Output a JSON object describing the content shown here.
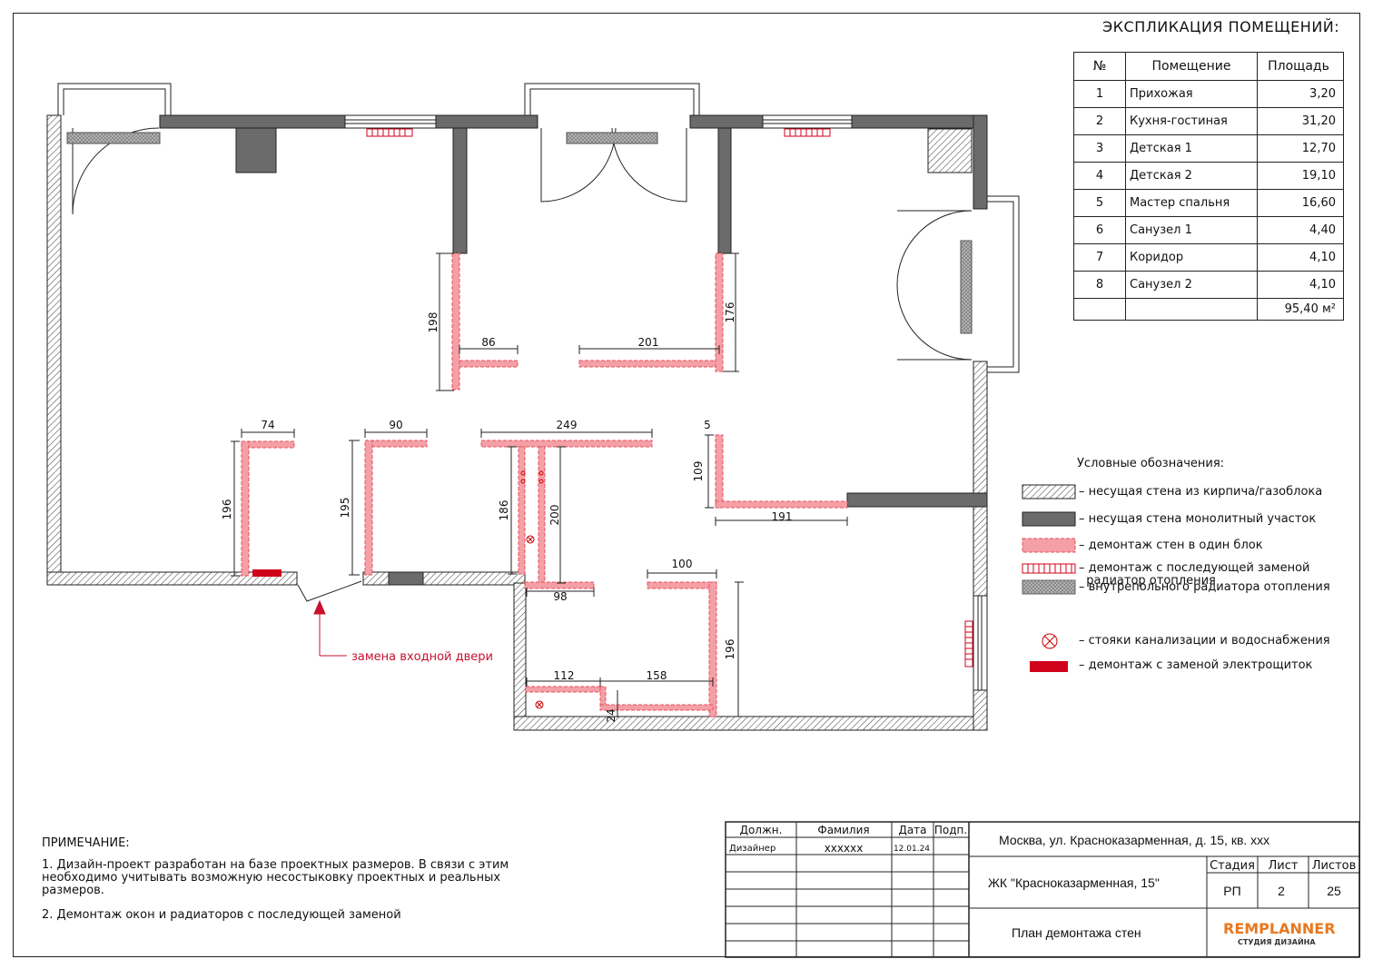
{
  "explication": {
    "title": "ЭКСПЛИКАЦИЯ ПОМЕЩЕНИЙ:",
    "headers": [
      "№",
      "Помещение",
      "Площадь"
    ],
    "rows": [
      [
        "1",
        "Прихожая",
        "3,20"
      ],
      [
        "2",
        "Кухня-гостиная",
        "31,20"
      ],
      [
        "3",
        "Детская 1",
        "12,70"
      ],
      [
        "4",
        "Детская 2",
        "19,10"
      ],
      [
        "5",
        "Мастер спальня",
        "16,60"
      ],
      [
        "6",
        "Санузел 1",
        "4,40"
      ],
      [
        "7",
        "Коридор",
        "4,10"
      ],
      [
        "8",
        "Санузел 2",
        "4,10"
      ]
    ],
    "total": "95,40 м²"
  },
  "legend": {
    "title": "Условные обозначения:",
    "items": [
      {
        "icon": "hatched-brick-wall-swatch",
        "text": "– несущая стена из кирпича/газоблока"
      },
      {
        "icon": "monolith-wall-swatch",
        "text": "– несущая стена монолитный участок"
      },
      {
        "icon": "demolition-wall-swatch",
        "text": "– демонтаж стен в один блок"
      },
      {
        "icon": "radiator-replacement-swatch",
        "text": "– демонтаж с последующей заменой\n  радиатор отопления"
      },
      {
        "icon": "floor-radiator-swatch",
        "text": "– внутрепольного радиатора отопления"
      },
      {
        "icon": "riser-icon",
        "text": "– стояки канализации и водоснабжения"
      },
      {
        "icon": "electrical-panel-swatch",
        "text": "– демонтаж с заменой электрощиток"
      }
    ]
  },
  "plan": {
    "annotation": "замена входной двери",
    "dimensions": [
      "198",
      "86",
      "201",
      "176",
      "74",
      "90",
      "249",
      "5",
      "109",
      "196",
      "195",
      "186",
      "200",
      "191",
      "100",
      "98",
      "196",
      "112",
      "158",
      "24"
    ]
  },
  "notes": {
    "title": "ПРИМЕЧАНИЕ:",
    "items": [
      "1. Дизайн-проект разработан на базе проектных размеров. В связи с этим\n    необходимо учитывать возможную несостыковку проектных и реальных\n    размеров.",
      "2. Демонтаж окон и радиаторов с последующей заменой"
    ]
  },
  "stamp": {
    "col_headers": [
      "Должн.",
      "Фамилия",
      "Дата",
      "Подп."
    ],
    "role": "Дизайнер",
    "surname": "xxxxxx",
    "date": "12.01.24",
    "address": "Москва, ул. Красноказарменная, д. 15, кв. xxx",
    "complex": "ЖК \"Красноказарменная, 15\"",
    "sheet_title": "План демонтажа стен",
    "stage_label": "Стадия",
    "sheet_label": "Лист",
    "sheets_label": "Листов",
    "stage": "РП",
    "sheet": "2",
    "sheets": "25",
    "logo_main": "REMPLANNER",
    "logo_sub": "СТУДИЯ ДИЗАЙНА"
  },
  "colors": {
    "wall_monolith": "#6b6b6b",
    "demolition": "#f4a0a6",
    "demolition_edge": "#e8505c",
    "accent_red": "#d0021b"
  }
}
